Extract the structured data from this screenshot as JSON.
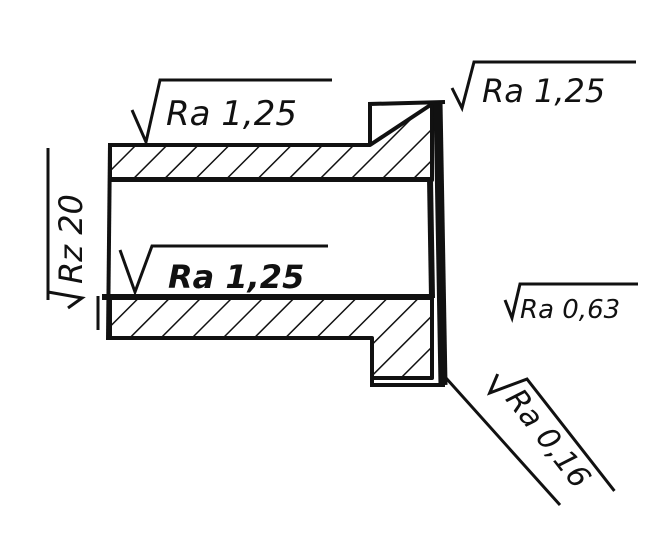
{
  "drawing": {
    "labels": {
      "top_outer": "Ra 1,25",
      "top_right": "Ra 1,25",
      "bore": "Ra 1,25",
      "right_face": "Ra 0,63",
      "chamfer": "Ra 0,16",
      "left_end": "Rz 20"
    },
    "colors": {
      "ink": "#111111",
      "paper": "#ffffff"
    }
  }
}
